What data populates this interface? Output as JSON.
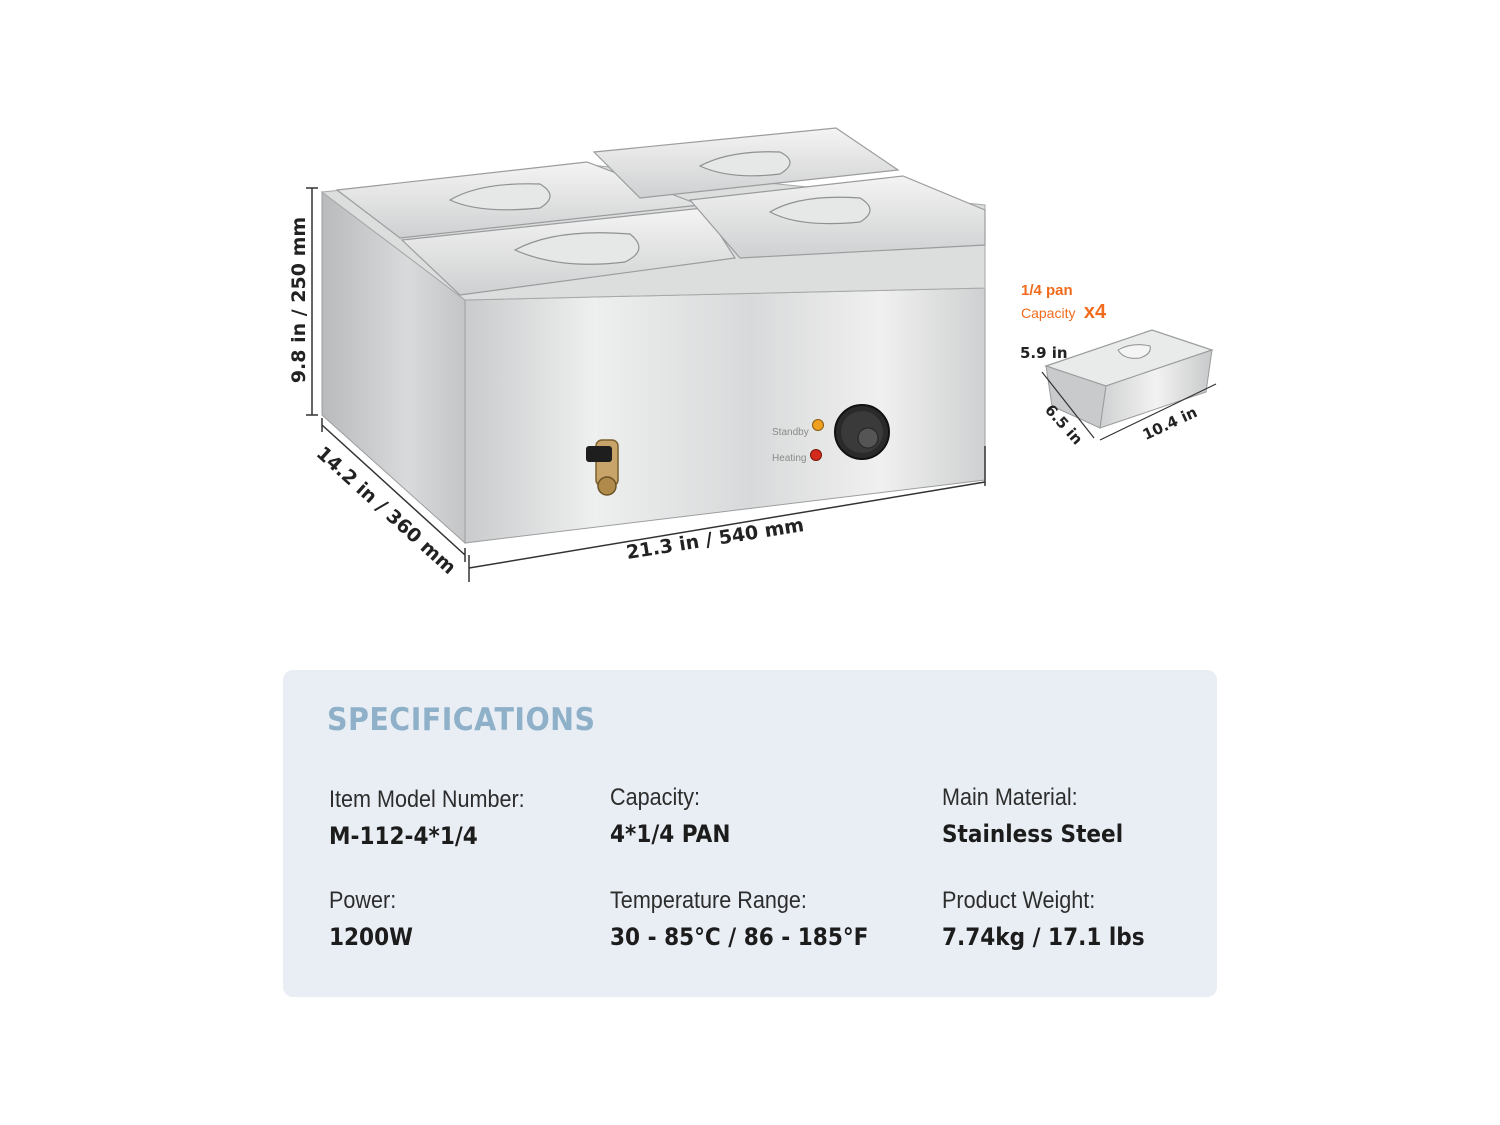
{
  "dimensions": {
    "height": "9.8 in / 250 mm",
    "depth": "14.2 in / 360 mm",
    "width": "21.3 in / 540 mm"
  },
  "control_panel": {
    "standby_label": "Standby",
    "heating_label": "Heating"
  },
  "pan_detail": {
    "title": "1/4 pan",
    "capacity_label": "Capacity",
    "quantity": "x4",
    "height": "5.9 in",
    "depth": "6.5 in",
    "length": "10.4 in"
  },
  "specifications": {
    "heading": "SPECIFICATIONS",
    "items": [
      {
        "label": "Item Model Number:",
        "value": "M-112-4*1/4"
      },
      {
        "label": "Capacity:",
        "value": "4*1/4  PAN"
      },
      {
        "label": "Main Material:",
        "value": "Stainless Steel"
      },
      {
        "label": "Power:",
        "value": "1200W"
      },
      {
        "label": "Temperature Range:",
        "value": "30 - 85°C / 86 - 185°F"
      },
      {
        "label": "Product Weight:",
        "value": "7.74kg / 17.1 lbs"
      }
    ]
  },
  "colors": {
    "accent_orange": "#f26b1d",
    "heading_blue": "#8fb0c9",
    "panel_background": "#e9eef4",
    "standby_lamp": "#f0a020",
    "heating_lamp": "#d42a1c"
  }
}
